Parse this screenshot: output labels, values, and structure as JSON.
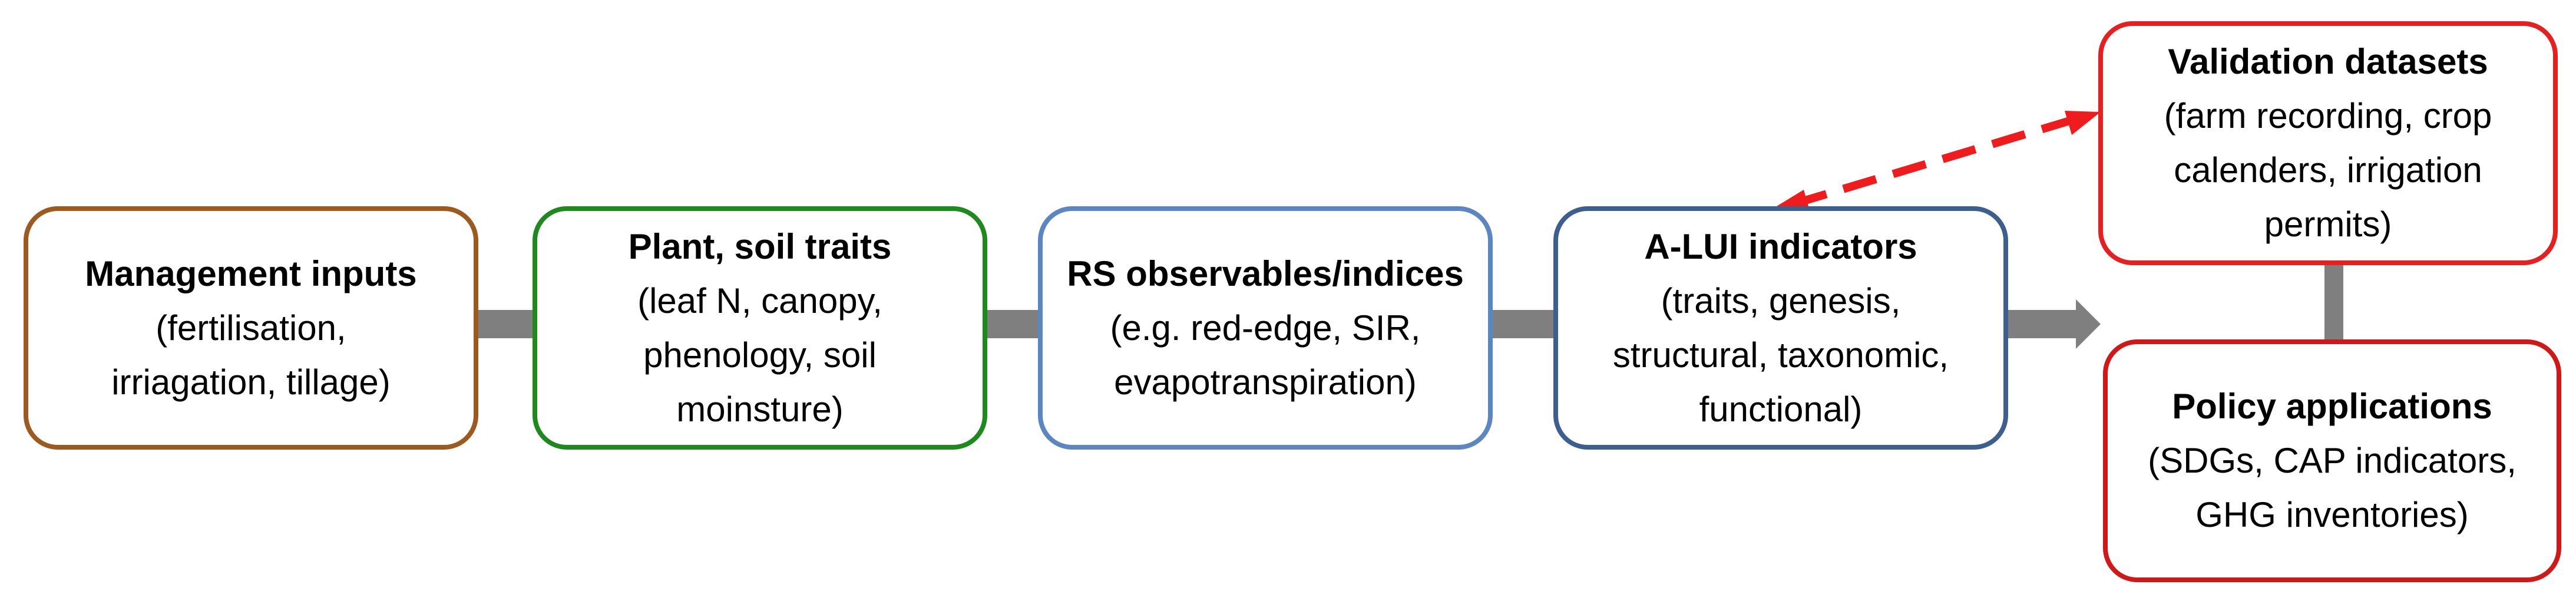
{
  "colors": {
    "management": "#9c5a1e",
    "plant": "#1e8a1e",
    "rs": "#5b86c2",
    "alui": "#3d5f8f",
    "validation": "#e62020",
    "policy": "#d01818",
    "connector": "#7f7f7f",
    "dashed": "#ee1c1c"
  },
  "boxes": {
    "management": {
      "title": "Management inputs",
      "lines": [
        "(fertilisation,",
        "irriagation, tillage)"
      ]
    },
    "plant": {
      "title": "Plant, soil traits",
      "lines": [
        "(leaf N, canopy,",
        "phenology, soil",
        "moinsture)"
      ]
    },
    "rs": {
      "title": "RS observables/indices",
      "lines": [
        "(e.g. red-edge, SIR,",
        "evapotranspiration)"
      ]
    },
    "alui": {
      "title": "A-LUI indicators",
      "lines": [
        "(traits, genesis,",
        "structural, taxonomic,",
        "functional)"
      ]
    },
    "validation": {
      "title": "Validation datasets",
      "lines": [
        "(farm recording, crop",
        "calenders, irrigation",
        "permits)"
      ]
    },
    "policy": {
      "title": "Policy applications",
      "lines": [
        "(SDGs, CAP indicators,",
        "GHG inventories)"
      ]
    }
  }
}
